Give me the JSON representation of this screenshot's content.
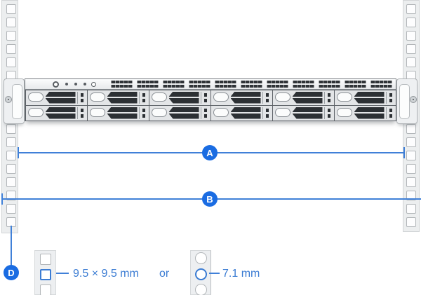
{
  "diagram": {
    "description": "Rack mounting dimension diagram for a 2U rack-mount server",
    "badges": {
      "a": "A",
      "b": "B",
      "d": "D"
    },
    "legend": {
      "square_hole_label": "9.5 × 9.5 mm",
      "or_label": "or",
      "round_hole_label": "7.1 mm"
    },
    "server": {
      "drive_rows": 2,
      "drive_columns": 6,
      "vent_blocks": 11,
      "front_leds": 3
    },
    "rails": {
      "left_hole_count": 17,
      "right_hole_count": 17
    },
    "colors": {
      "badge_blue": "#1a6ce2",
      "line_blue": "#4080d8",
      "text_blue": "#3b7cd3",
      "rail_gray": "#eceeef",
      "vent_dark": "#2c3034"
    }
  }
}
